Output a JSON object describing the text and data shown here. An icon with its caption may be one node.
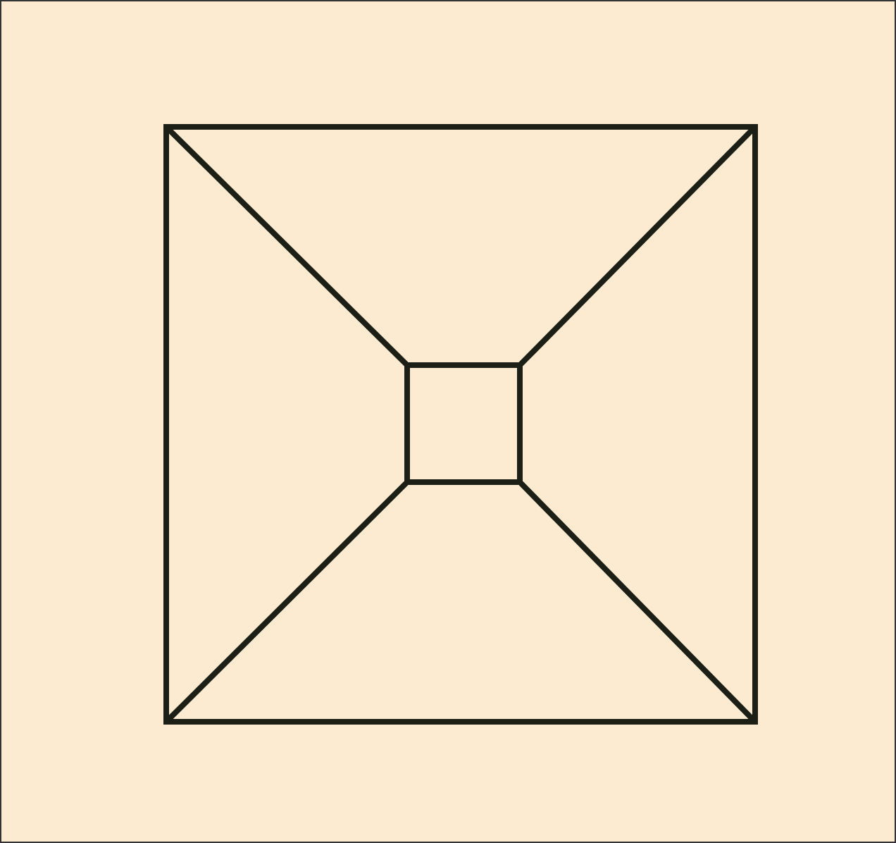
{
  "diagram": {
    "nodes": [
      {
        "text": [],
        "shape": "box"
      },
      {
        "text": [],
        "shape": "box",
        "in": 0
      }
    ],
    "edges": [
      {
        "from": 0,
        "to": 1,
        "arrow": "none"
      },
      {
        "from": 0,
        "to": 1,
        "arrow": "none"
      },
      {
        "from": 0,
        "to": 1,
        "arrow": "none"
      },
      {
        "from": 0,
        "to": 1,
        "arrow": "none"
      }
    ]
  }
}
